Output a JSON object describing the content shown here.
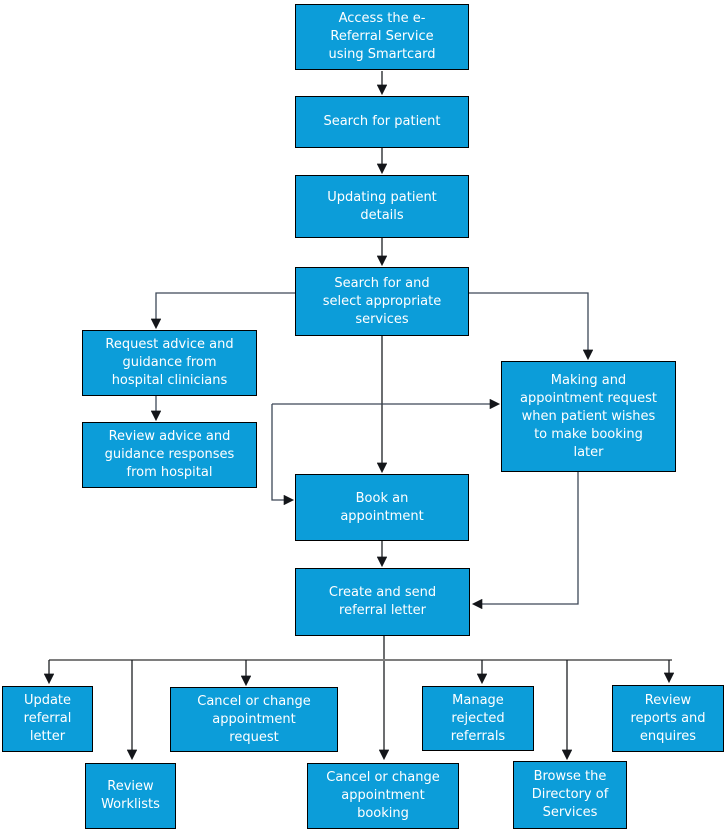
{
  "diagram": {
    "type": "flowchart",
    "colors": {
      "node_fill": "#0c9dd9",
      "node_border": "#000000",
      "node_text": "#ffffff",
      "connector_dark": "#1c1f24",
      "connector_slate": "#3d4857",
      "connector_gray": "#7e7e7e",
      "background": "#ffffff"
    }
  },
  "nodes": {
    "access": {
      "label": "Access the e-\nReferral Service\nusing Smartcard"
    },
    "search_patient": {
      "label": "Search for patient"
    },
    "updating_details": {
      "label": "Updating patient\ndetails"
    },
    "search_services": {
      "label": "Search for and\nselect appropriate\nservices"
    },
    "request_advice": {
      "label": "Request advice and\nguidance from\nhospital clinicians"
    },
    "review_advice": {
      "label": "Review advice and\nguidance responses\nfrom hospital"
    },
    "making_request": {
      "label": "Making and\nappointment request\nwhen patient wishes\nto make booking\nlater"
    },
    "book_appointment": {
      "label": "Book an\nappointment"
    },
    "create_letter": {
      "label": "Create and send\nreferral letter"
    },
    "update_letter": {
      "label": "Update\nreferral\nletter"
    },
    "review_worklists": {
      "label": "Review\nWorklists"
    },
    "cancel_request": {
      "label": "Cancel or change\nappointment\nrequest"
    },
    "cancel_booking": {
      "label": "Cancel or change\nappointment\nbooking"
    },
    "manage_rejected": {
      "label": "Manage\nrejected\nreferrals"
    },
    "browse_directory": {
      "label": "Browse the\nDirectory of\nServices"
    },
    "review_reports": {
      "label": "Review\nreports and\nenquires"
    }
  }
}
